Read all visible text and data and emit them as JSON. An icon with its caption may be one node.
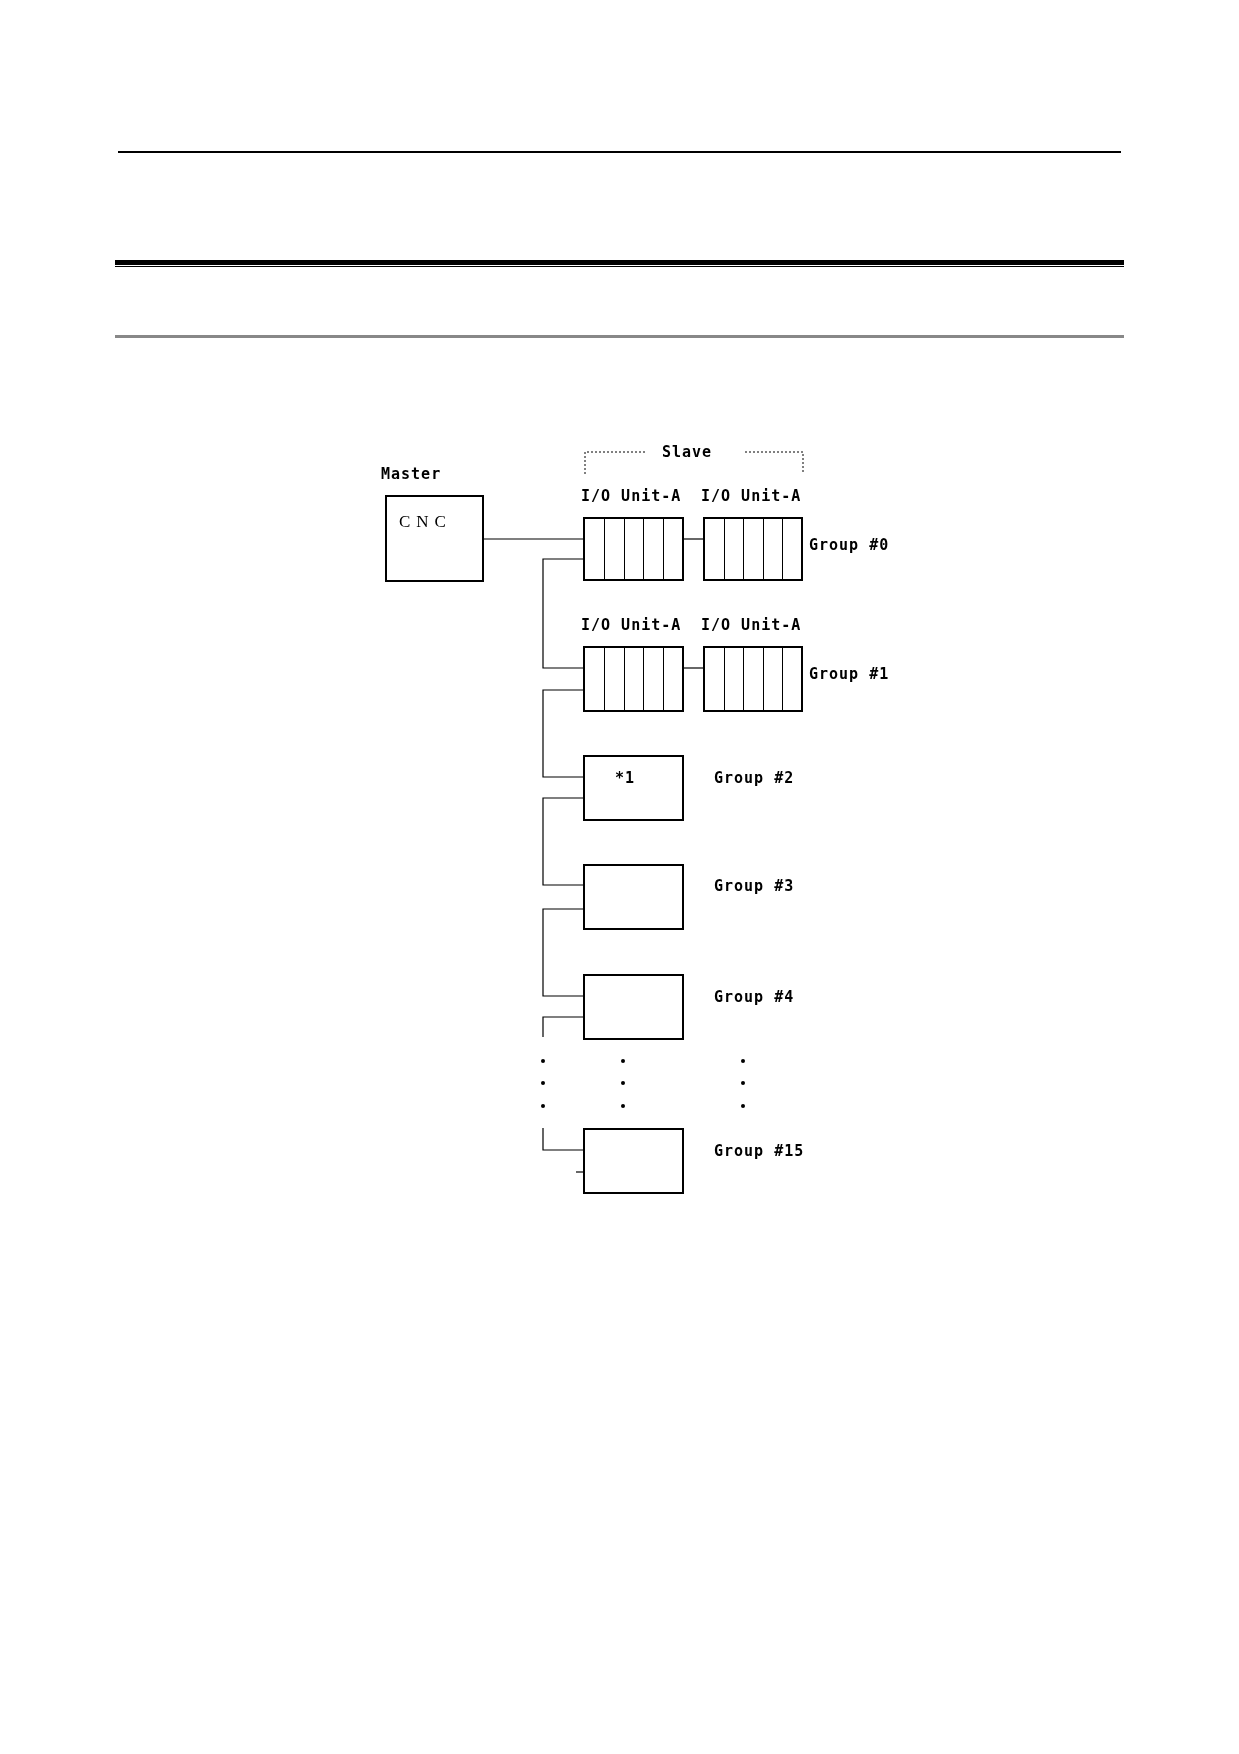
{
  "diagram": {
    "nodes": [
      {
        "text": [
          "Master",
          "CNC"
        ]
      },
      {
        "text": [
          "I/O Unit-A"
        ]
      },
      {
        "text": [
          "I/O Unit-A"
        ],
        "beside": [
          "Group #0"
        ]
      },
      {
        "text": [
          "I/O Unit-A"
        ]
      },
      {
        "text": [
          "I/O Unit-A"
        ],
        "beside": [
          "Group #1"
        ]
      },
      {
        "text": [
          "*1"
        ],
        "beside": [
          "Group #2"
        ]
      },
      {
        "text": [],
        "shape": "box",
        "beside": [
          "Group #3"
        ]
      },
      {
        "text": [],
        "shape": "box",
        "beside": [
          "Group #4"
        ]
      },
      {
        "text": [],
        "shape": "box",
        "beside": [
          "Group #15"
        ]
      }
    ],
    "edges": [
      {
        "from": 0,
        "to": 1,
        "arrow": "none"
      },
      {
        "from": 1,
        "to": 2,
        "arrow": "none"
      },
      {
        "from": 1,
        "to": 3,
        "arrow": "none"
      },
      {
        "from": 3,
        "to": 4,
        "arrow": "none"
      },
      {
        "from": 3,
        "to": 5,
        "arrow": "none"
      },
      {
        "from": 5,
        "to": 6,
        "arrow": "none"
      },
      {
        "from": 6,
        "to": 7,
        "arrow": "none"
      },
      {
        "from": 7,
        "to": null,
        "arrow": "none"
      },
      {
        "from": null,
        "to": 8,
        "arrow": "none"
      },
      {
        "from": 8,
        "to": null,
        "arrow": "none"
      }
    ],
    "labels": [
      "Slave"
    ]
  }
}
